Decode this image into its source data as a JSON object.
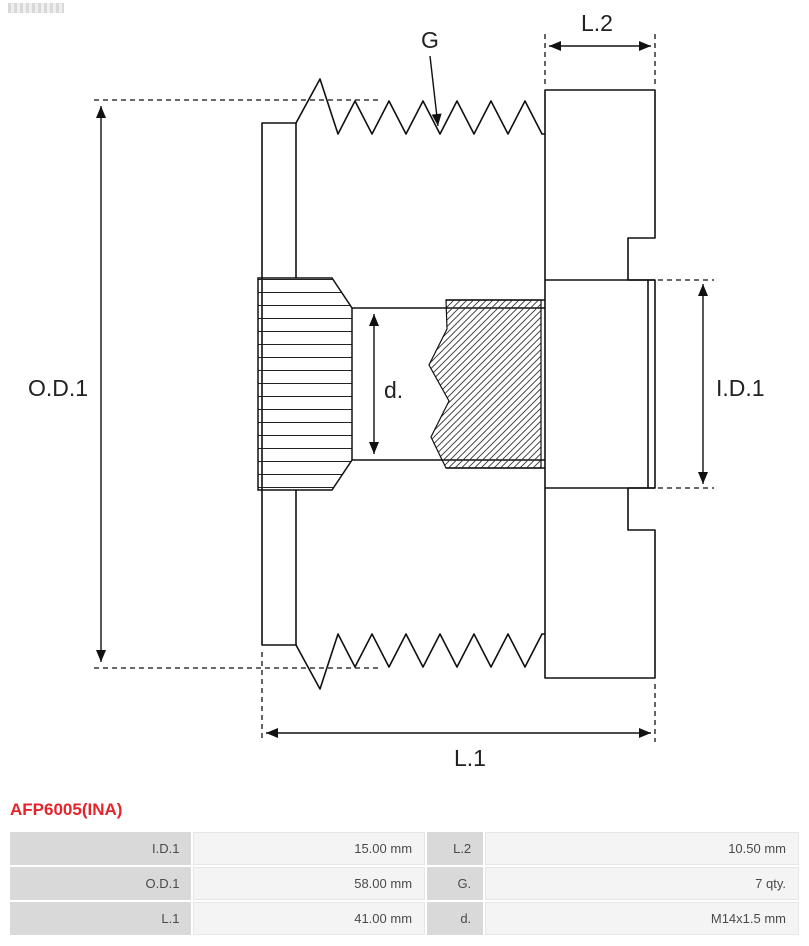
{
  "colors": {
    "accent_red": "#e5232b",
    "line": "#111111",
    "table_label_bg": "#d9d9d9",
    "table_value_bg": "#f4f4f4"
  },
  "drawing": {
    "labels": {
      "g": "G",
      "l2": "L.2",
      "od1": "O.D.1",
      "id1": "I.D.1",
      "d": "d.",
      "l1": "L.1"
    }
  },
  "part": {
    "number": "AFP6005(INA)"
  },
  "table": {
    "rows": [
      [
        "I.D.1",
        "15.00 mm",
        "L.2",
        "10.50 mm"
      ],
      [
        "O.D.1",
        "58.00 mm",
        "G.",
        "7 qty."
      ],
      [
        "L.1",
        "41.00 mm",
        "d.",
        "M14x1.5 mm"
      ]
    ]
  }
}
